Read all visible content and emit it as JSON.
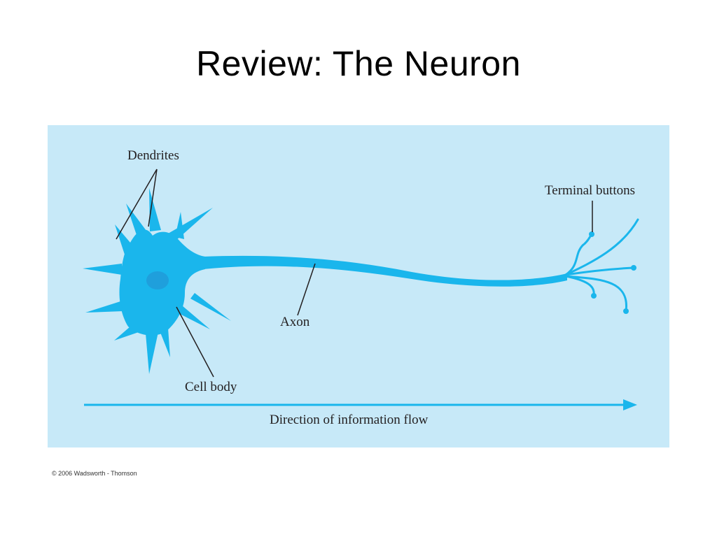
{
  "slide": {
    "title": "Review: The Neuron"
  },
  "figure": {
    "background_color": "#c7e9f8",
    "neuron_color": "#1ab6ec",
    "nucleus_color": "#1f9fdc",
    "labels": {
      "dendrites": "Dendrites",
      "terminal_buttons": "Terminal buttons",
      "axon": "Axon",
      "cell_body": "Cell body",
      "direction": "Direction of information flow"
    }
  },
  "footer": {
    "copyright": "© 2006 Wadsworth - Thomson"
  }
}
